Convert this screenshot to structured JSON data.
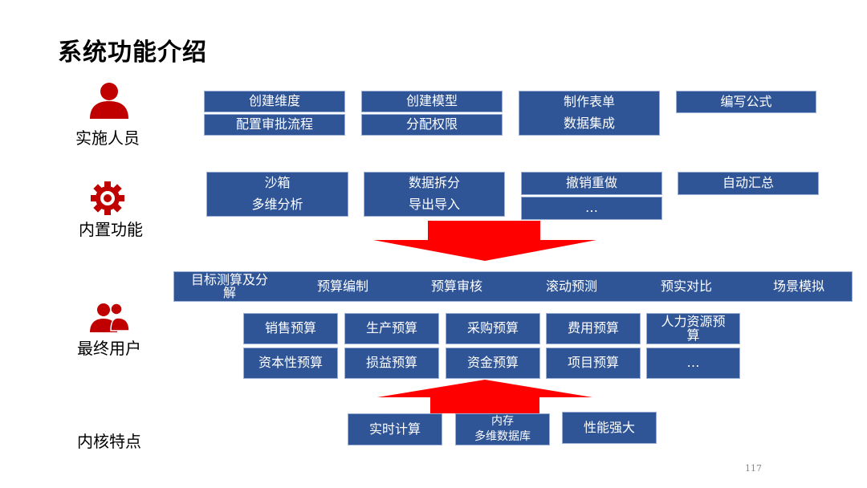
{
  "title": "系统功能介绍",
  "rows": {
    "implementer": {
      "label": "实施人员",
      "icon": "person-icon"
    },
    "builtin": {
      "label": "内置功能",
      "icon": "gear-icon"
    },
    "enduser": {
      "label": "最终用户",
      "icon": "users-icon"
    },
    "kernel": {
      "label": "内核特点"
    }
  },
  "implementer_boxes": [
    {
      "lines": [
        "创建维度"
      ]
    },
    {
      "lines": [
        "配置审批流程"
      ]
    },
    {
      "lines": [
        "创建模型"
      ]
    },
    {
      "lines": [
        "分配权限"
      ]
    },
    {
      "lines": [
        "制作表单",
        "数据集成"
      ]
    },
    {
      "lines": [
        "编写公式"
      ]
    }
  ],
  "builtin_boxes": [
    {
      "lines": [
        "沙箱",
        "多维分析"
      ]
    },
    {
      "lines": [
        "数据拆分",
        "导出导入"
      ]
    },
    {
      "lines": [
        "撤销重做"
      ]
    },
    {
      "lines": [
        "…"
      ]
    },
    {
      "lines": [
        "自动汇总"
      ]
    }
  ],
  "process_bar": [
    "目标测算及分解",
    "预算编制",
    "预算审核",
    "滚动预测",
    "预实对比",
    "场景模拟"
  ],
  "budget_boxes": [
    "销售预算",
    "生产预算",
    "采购预算",
    "费用预算",
    "人力资源预算",
    "资本性预算",
    "损益预算",
    "资金预算",
    "项目预算",
    "…"
  ],
  "kernel_boxes": [
    {
      "lines": [
        "实时计算"
      ]
    },
    {
      "lines": [
        "内存",
        "多维数据库"
      ]
    },
    {
      "lines": [
        "性能强大"
      ]
    }
  ],
  "colors": {
    "box": "#2f5597",
    "arrow": "#ff0000",
    "icon": "#c00000"
  },
  "page_number": "117"
}
